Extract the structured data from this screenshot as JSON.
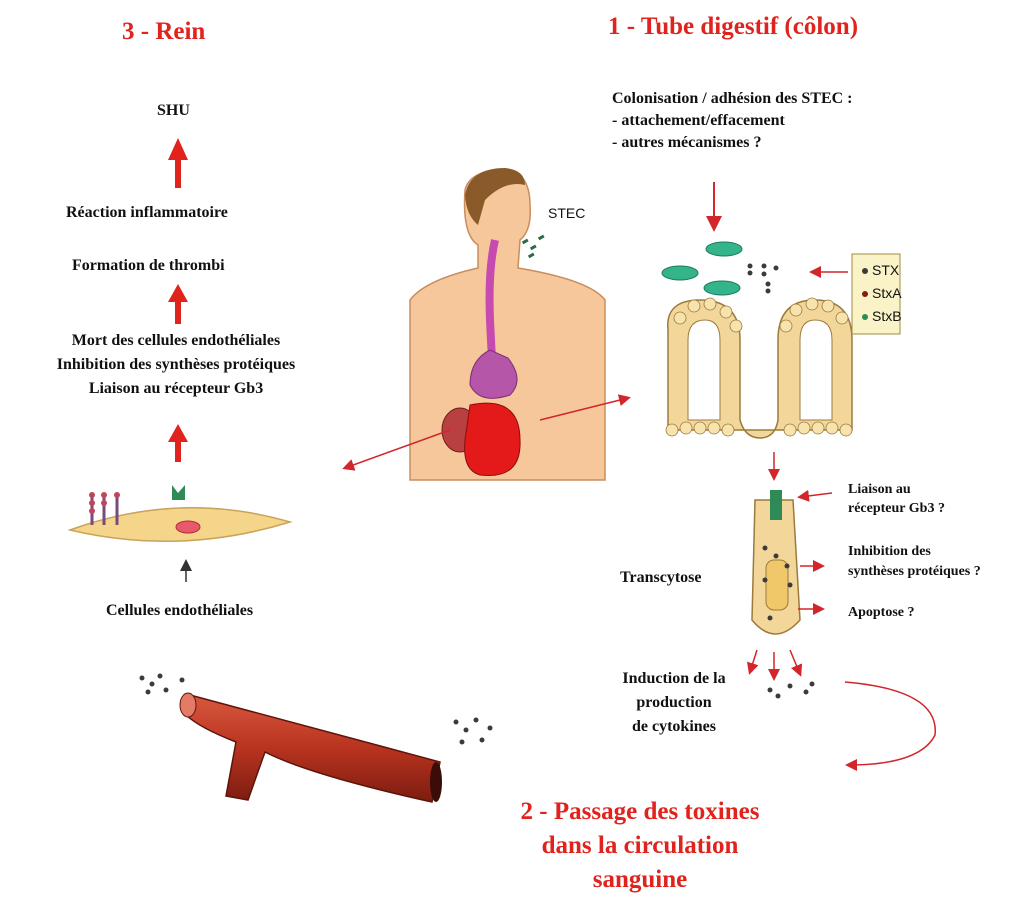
{
  "sections": {
    "rein_title": "3 - Rein",
    "tube_title": "1 - Tube digestif (côlon)",
    "passage_title_l1": "2 -  Passage des toxines",
    "passage_title_l2": "dans la circulation",
    "passage_title_l3": "sanguine"
  },
  "rein": {
    "shu": "SHU",
    "reaction": "Réaction inflammatoire",
    "thrombi": "Formation de thrombi",
    "mort": "Mort des cellules endothéliales",
    "inhibition": "Inhibition des synthèses protéiques",
    "liaison": "Liaison au récepteur Gb3",
    "cellules": "Cellules endothéliales"
  },
  "tube": {
    "colonisation": "Colonisation / adhésion des STEC :",
    "attachement": "- attachement/effacement",
    "autres": "- autres mécanismes ?",
    "stec": "STEC"
  },
  "legend": {
    "items": [
      {
        "label": "STX",
        "color": "#3b3b3b"
      },
      {
        "label": "StxA",
        "color": "#8a1a1a"
      },
      {
        "label": "StxB",
        "color": "#2e8b57"
      }
    ]
  },
  "cell": {
    "liaison_l1": "Liaison au",
    "liaison_l2": "récepteur Gb3 ?",
    "inhibition_l1": "Inhibition des",
    "inhibition_l2": "synthèses protéiques ?",
    "apoptose": "Apoptose ?",
    "transcytose": "Transcytose",
    "induction_l1": "Induction de la",
    "induction_l2": "production",
    "induction_l3": "de cytokines"
  },
  "colors": {
    "accent_red": "#e0231c",
    "arrow_red": "#d2262a",
    "cell_fill": "#f3d79a",
    "bacteria_green": "#33b48a"
  }
}
